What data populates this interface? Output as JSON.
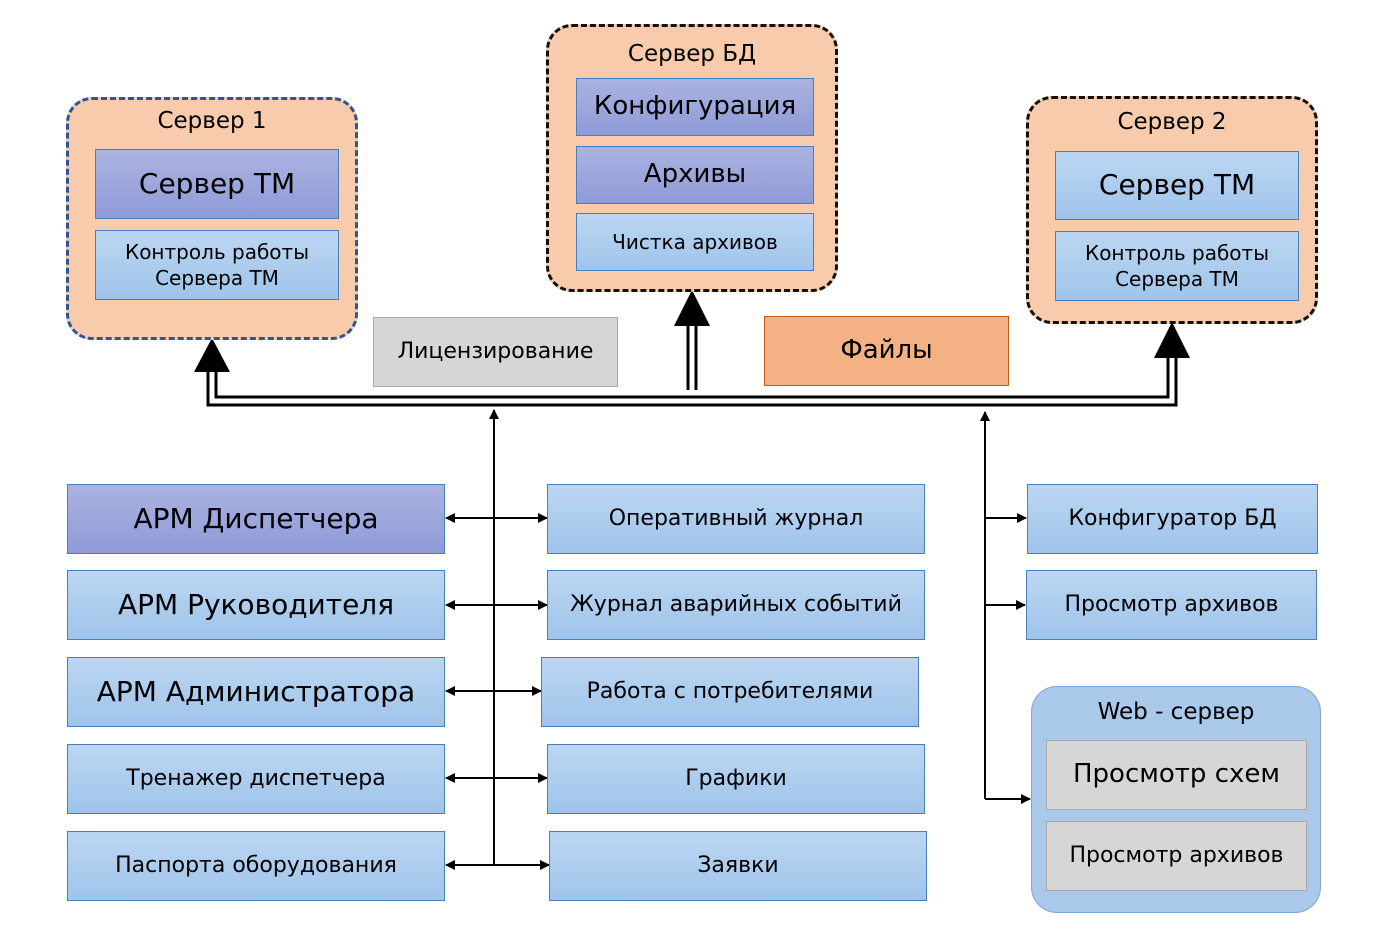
{
  "server1": {
    "title": "Сервер 1",
    "tm": "Сервер ТМ",
    "control_line1": "Контроль работы",
    "control_line2": "Сервера ТМ"
  },
  "server_db": {
    "title": "Сервер БД",
    "config": "Конфигурация",
    "archives": "Архивы",
    "cleanup": "Чистка архивов"
  },
  "server2": {
    "title": "Сервер 2",
    "tm": "Сервер ТМ",
    "control_line1": "Контроль работы",
    "control_line2": "Сервера ТМ"
  },
  "licensing": "Лицензирование",
  "files": "Файлы",
  "left_column": [
    "АРМ Диспетчера",
    "АРМ Руководителя",
    "АРМ Администратора",
    "Тренажер диспетчера",
    "Паспорта оборудования"
  ],
  "middle_column": [
    "Оперативный журнал",
    "Журнал аварийных событий",
    "Работа с потребителями",
    "Графики",
    "Заявки"
  ],
  "right_column": [
    "Конфигуратор БД",
    "Просмотр архивов"
  ],
  "web_server": {
    "title": "Web - сервер",
    "schemes": "Просмотр схем",
    "archives": "Просмотр архивов"
  }
}
